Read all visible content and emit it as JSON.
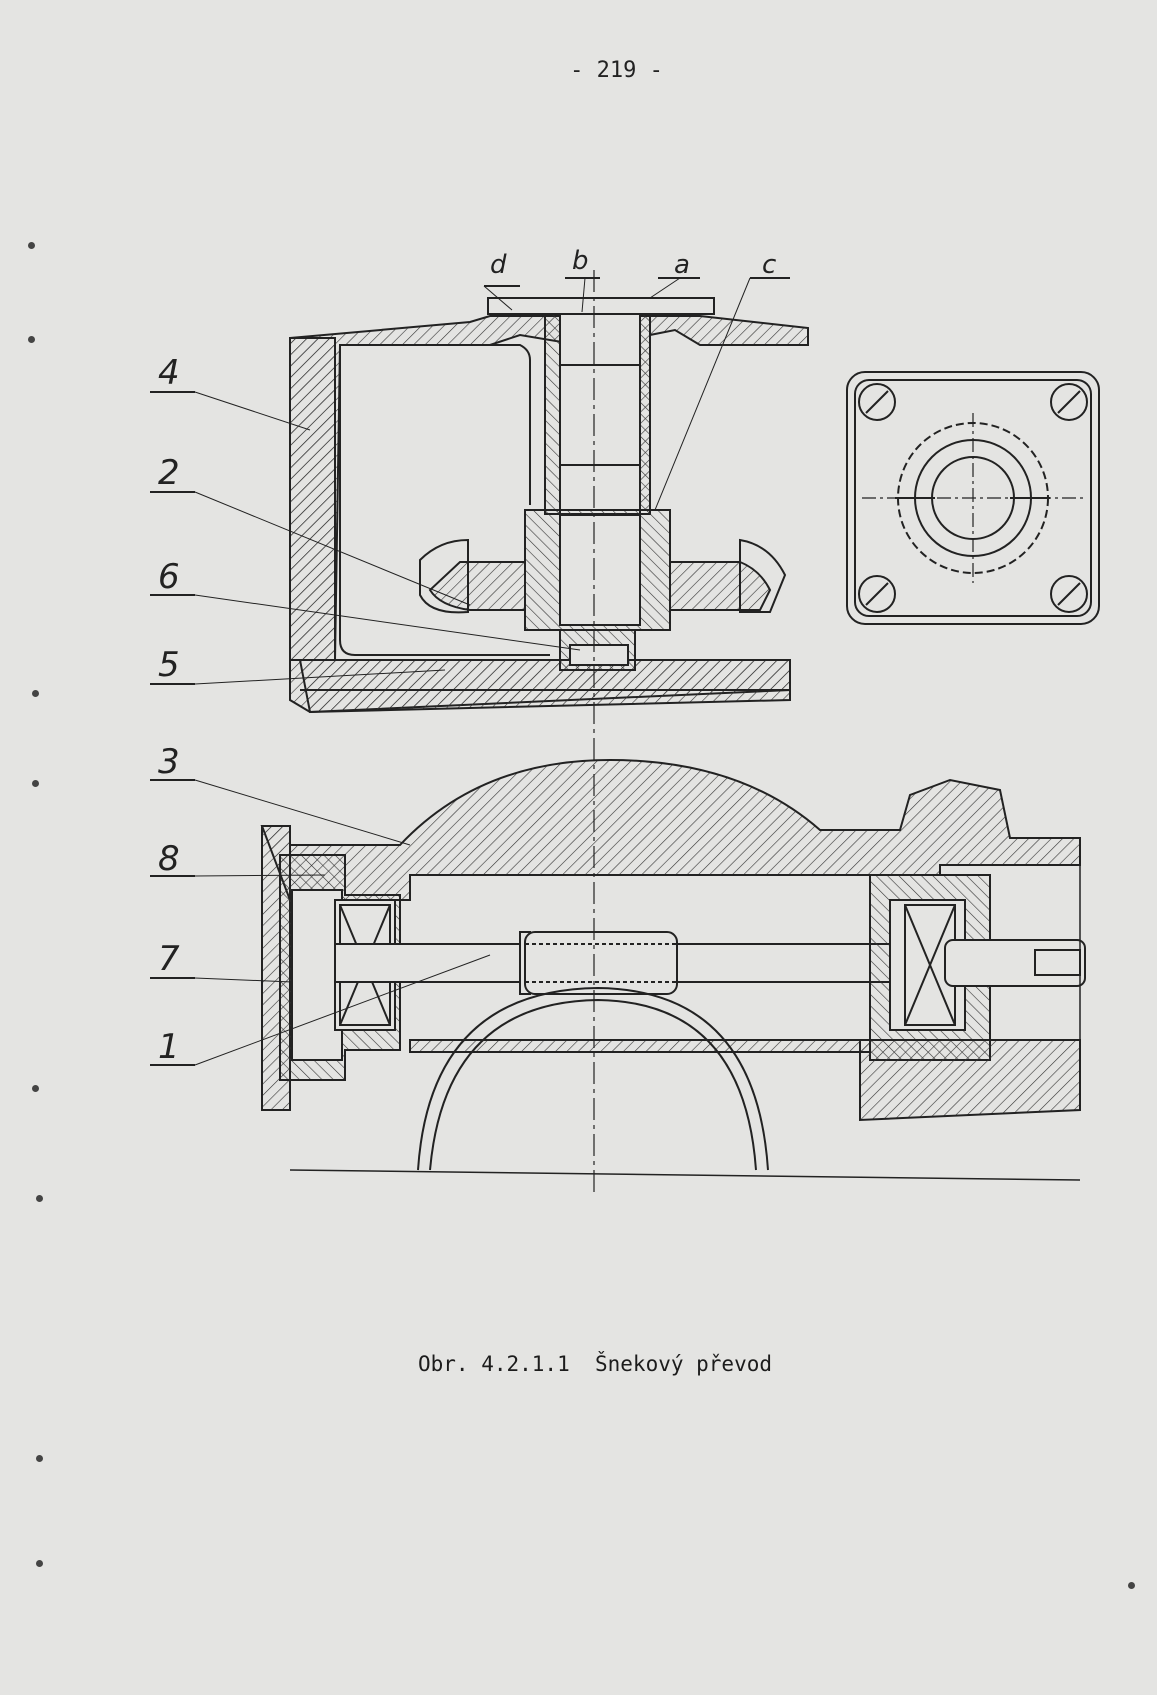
{
  "page_number": "- 219 -",
  "caption": "Obr. 4.2.1.1  Šnekový převod",
  "callouts_left": [
    "4",
    "2",
    "6",
    "5",
    "3",
    "8",
    "7",
    "1"
  ],
  "callouts_top": [
    "d",
    "b",
    "a",
    "c"
  ],
  "icons": [
    "screw-head-icon"
  ]
}
